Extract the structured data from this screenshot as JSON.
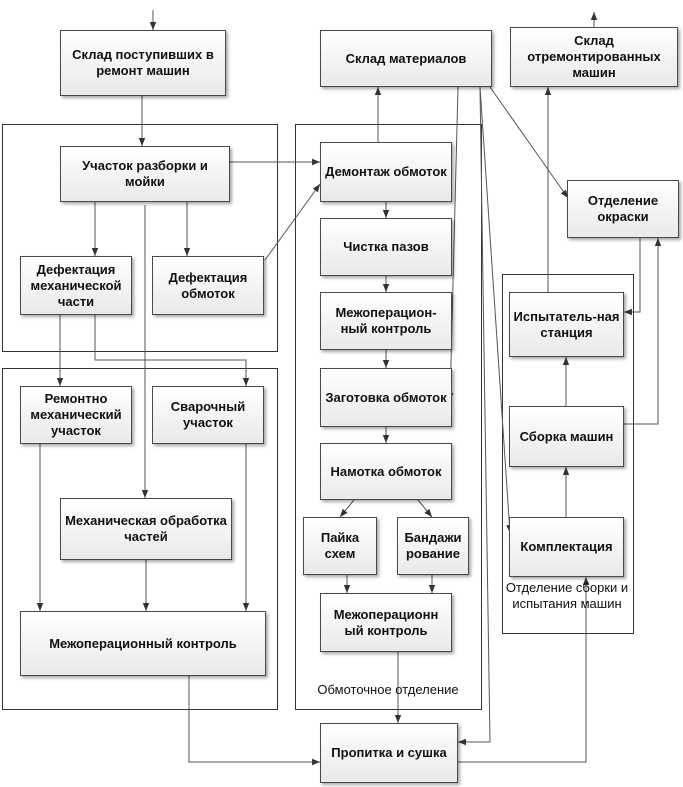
{
  "nodes": {
    "incoming_warehouse": "Склад поступивших в ремонт машин",
    "materials_warehouse": "Склад материалов",
    "repaired_warehouse": "Склад отремонтированных машин",
    "disassembly_washing": "Участок разборки и мойки",
    "mech_defect": "Дефектация механической части",
    "winding_defect": "Дефектация обмоток",
    "winding_dismantle": "Демонтаж обмоток",
    "slot_cleaning": "Чистка пазов",
    "interop_control_1": "Межоперацион-ный контроль",
    "winding_blank": "Заготовка обмоток",
    "winding_coil": "Намотка обмоток",
    "circuit_soldering": "Пайка схем",
    "banding": "Бандажи рование",
    "interop_control_2": "Межоперационн ый контроль",
    "painting": "Отделение окраски",
    "test_station": "Испытатель-ная станция",
    "machine_assembly": "Сборка машин",
    "kitting": "Комплектация",
    "repair_mech": "Ремонтно механический участок",
    "welding": "Сварочный участок",
    "mech_machining": "Механическая обработка частей",
    "interop_control_main": "Межоперационный контроль",
    "impregnation_drying": "Пропитка и сушка"
  },
  "groups": {
    "winding_department": "Обмоточное отделение",
    "assembly_department": "Отделение сборки и испытания машин"
  }
}
